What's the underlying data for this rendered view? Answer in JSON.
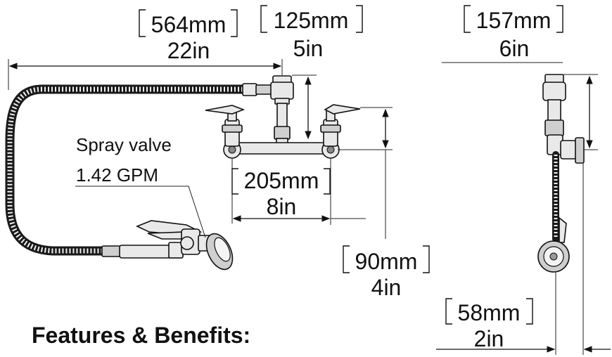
{
  "dimensions": {
    "hose_length": {
      "mm": "564mm",
      "in": "22in"
    },
    "riser_height": {
      "mm": "125mm",
      "in": "5in"
    },
    "side_depth": {
      "mm": "157mm",
      "in": "6in"
    },
    "center_spacing": {
      "mm": "205mm",
      "in": "8in"
    },
    "faucet_height": {
      "mm": "90mm",
      "in": "4in"
    },
    "wall_offset": {
      "mm": "58mm",
      "in": "2in"
    }
  },
  "callout": {
    "line1": "Spray valve",
    "line2": "1.42 GPM"
  },
  "heading": "Features & Benefits:"
}
